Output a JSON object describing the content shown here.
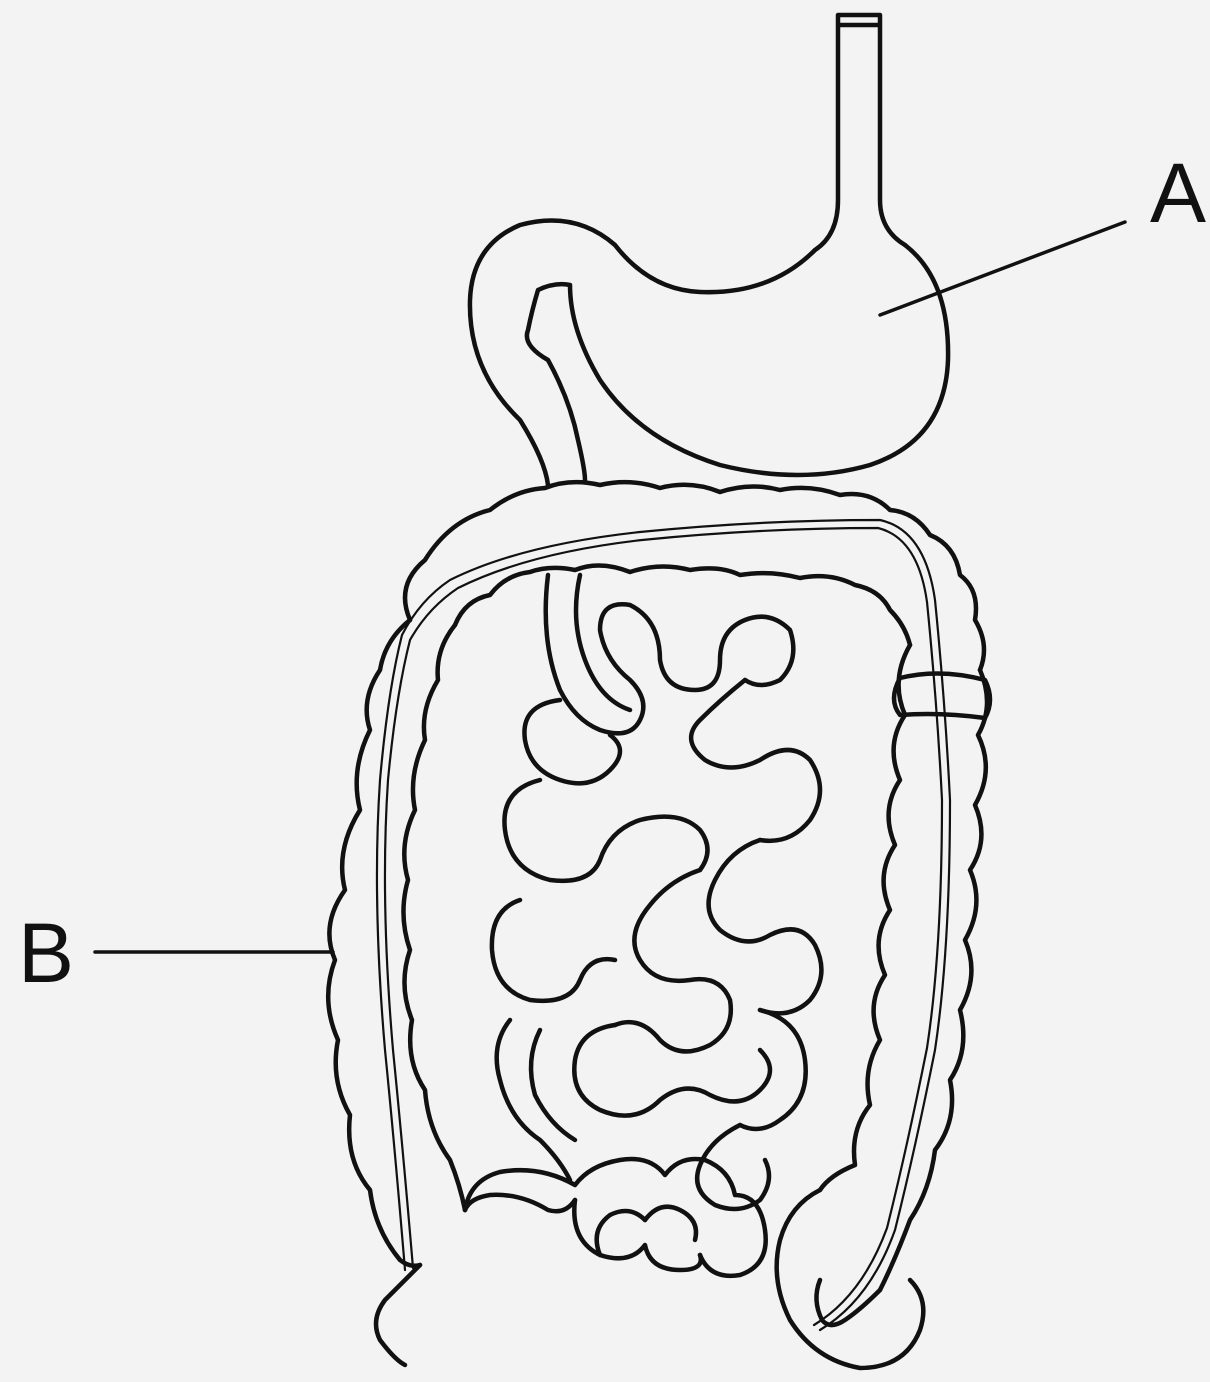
{
  "diagram": {
    "labels": [
      {
        "id": "A",
        "text": "A"
      },
      {
        "id": "B",
        "text": "B"
      }
    ],
    "background_color": "#f3f3f3",
    "line_color": "#111111"
  }
}
